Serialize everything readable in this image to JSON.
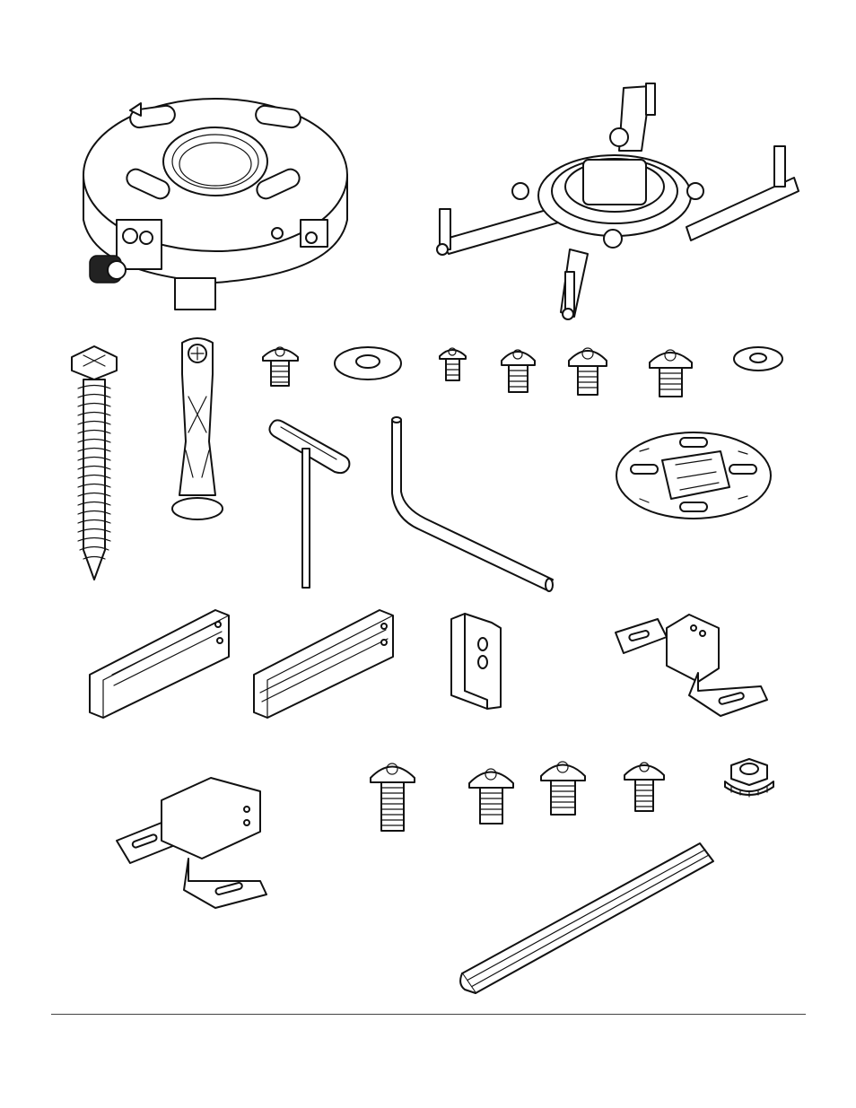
{
  "page": {
    "title": "",
    "style": "black-and-white line-art parts diagram",
    "footer_rule": true
  },
  "parts": [
    {
      "id": "ceiling-adapter-ring",
      "icon": "round-ceiling-adapter"
    },
    {
      "id": "universal-projector-mount",
      "icon": "x-shaped-adapter-with-legs"
    },
    {
      "id": "lag-screw",
      "icon": "long-wood-screw"
    },
    {
      "id": "wall-anchor",
      "icon": "hollow-wall-anchor"
    },
    {
      "id": "button-head-screw-small",
      "icon": "short-screw"
    },
    {
      "id": "large-flat-washer",
      "icon": "washer"
    },
    {
      "id": "mini-screw",
      "icon": "short-screw"
    },
    {
      "id": "flange-screw-a",
      "icon": "flanged-screw"
    },
    {
      "id": "flange-screw-b",
      "icon": "flanged-screw"
    },
    {
      "id": "flange-screw-c",
      "icon": "flanged-screw"
    },
    {
      "id": "small-flat-washer",
      "icon": "washer"
    },
    {
      "id": "security-t-wrench",
      "icon": "t-handle-key"
    },
    {
      "id": "hex-key",
      "icon": "l-shaped-allen-key"
    },
    {
      "id": "adapter-plate",
      "icon": "round-slotted-plate"
    },
    {
      "id": "extension-tube-a",
      "icon": "square-channel"
    },
    {
      "id": "extension-tube-b",
      "icon": "square-channel"
    },
    {
      "id": "z-bracket",
      "icon": "small-bracket"
    },
    {
      "id": "leg-bracket-small",
      "icon": "slotted-bracket"
    },
    {
      "id": "leg-bracket-large",
      "icon": "slotted-bracket"
    },
    {
      "id": "long-screw",
      "icon": "button-screw"
    },
    {
      "id": "medium-screw-a",
      "icon": "button-screw"
    },
    {
      "id": "medium-screw-b",
      "icon": "button-screw"
    },
    {
      "id": "short-screw",
      "icon": "button-screw"
    },
    {
      "id": "flange-nut",
      "icon": "hex-nut"
    },
    {
      "id": "rail-channel",
      "icon": "long-rail"
    }
  ]
}
